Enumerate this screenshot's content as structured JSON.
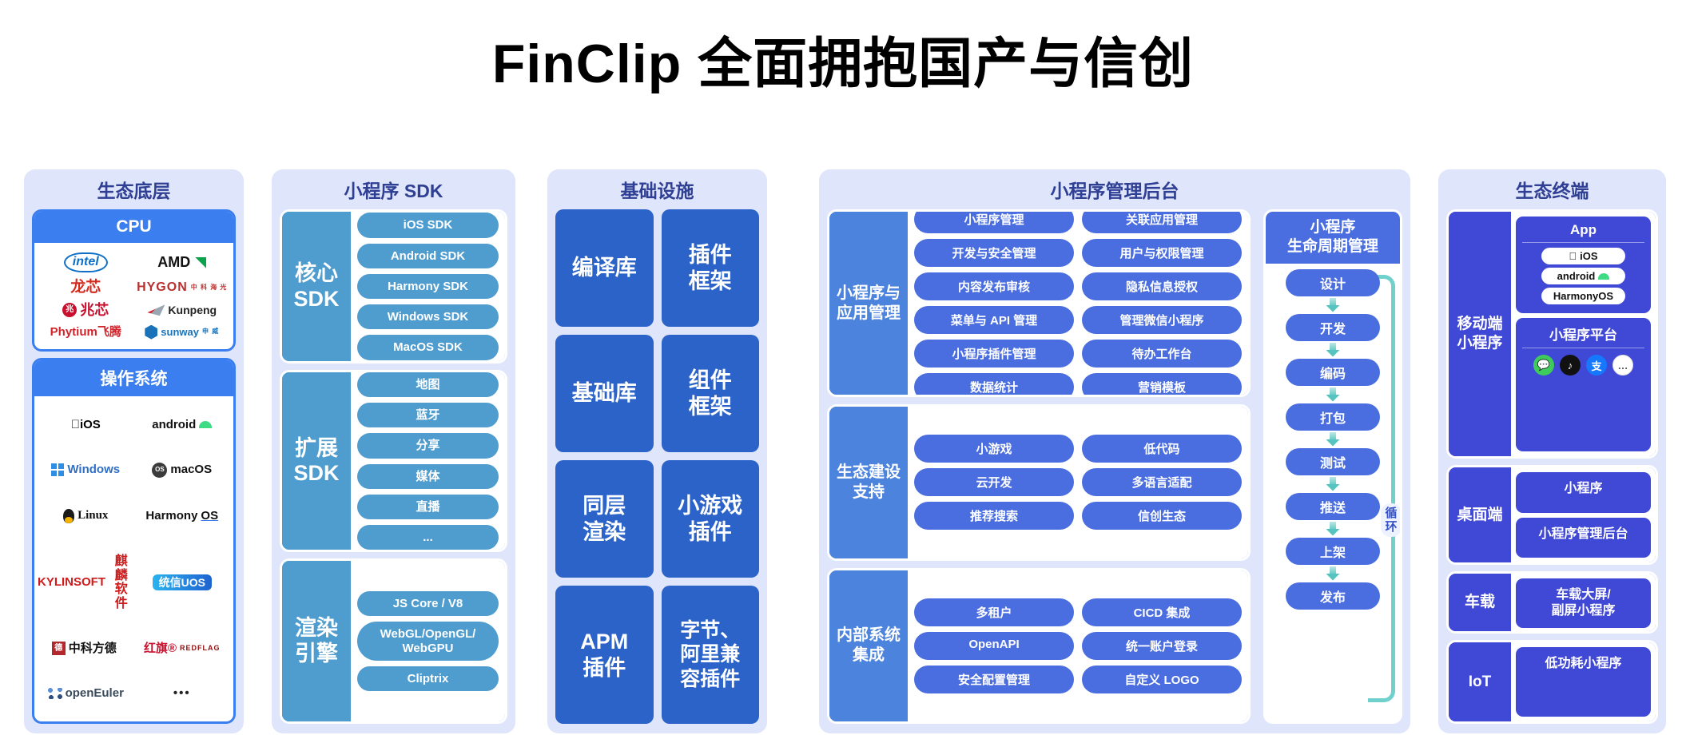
{
  "title": "FinClip 全面拥抱国产与信创",
  "columns": {
    "ecosystem_base": {
      "heading": "生态底层",
      "cpu": {
        "title": "CPU",
        "logos": [
          "intel",
          "AMD",
          "龙芯",
          "HYGON 中科海光",
          "兆芯",
          "Kunpeng",
          "Phytium飞腾",
          "sunway 申威"
        ]
      },
      "os": {
        "title": "操作系统",
        "logos": [
          "iOS",
          "android",
          "Windows",
          "macOS",
          "Linux",
          "HarmonyOS",
          "KYLINSOFT 麒麟软件",
          "统信UOS",
          "中科方德",
          "红旗 REDFLAG",
          "openEuler",
          "…"
        ]
      }
    },
    "sdk": {
      "heading": "小程序 SDK",
      "groups": [
        {
          "label": "核心\nSDK",
          "items": [
            "iOS SDK",
            "Android SDK",
            "Harmony SDK",
            "Windows SDK",
            "MacOS SDK"
          ]
        },
        {
          "label": "扩展\nSDK",
          "items": [
            "地图",
            "蓝牙",
            "分享",
            "媒体",
            "直播",
            "..."
          ]
        },
        {
          "label": "渲染\n引擎",
          "items": [
            "JS Core / V8",
            "WebGL/OpenGL/WebGPU",
            "Cliptrix"
          ]
        }
      ]
    },
    "infrastructure": {
      "heading": "基础设施",
      "cells": [
        "编译库",
        "插件\n框架",
        "基础库",
        "组件\n框架",
        "同层\n渲染",
        "小游戏\n插件",
        "APM\n插件",
        "字节、\n阿里兼\n容插件"
      ]
    },
    "admin": {
      "heading": "小程序管理后台",
      "panels": [
        {
          "label": "小程序与\n应用管理",
          "items": [
            "小程序管理",
            "关联应用管理",
            "开发与安全管理",
            "用户与权限管理",
            "内容发布审核",
            "隐私信息授权",
            "菜单与 API 管理",
            "管理微信小程序",
            "小程序插件管理",
            "待办工作台",
            "数据统计",
            "营销模板"
          ]
        },
        {
          "label": "生态建设\n支持",
          "items": [
            "小游戏",
            "低代码",
            "云开发",
            "多语言适配",
            "推荐搜索",
            "信创生态"
          ]
        },
        {
          "label": "内部系统\n集成",
          "items": [
            "多租户",
            "CICD 集成",
            "OpenAPI",
            "统一账户登录",
            "安全配置管理",
            "自定义 LOGO"
          ]
        }
      ],
      "lifecycle": {
        "title": "小程序\n生命周期管理",
        "steps": [
          "设计",
          "开发",
          "编码",
          "打包",
          "测试",
          "推送",
          "上架",
          "发布"
        ],
        "loop_label": "循环"
      }
    },
    "terminals": {
      "heading": "生态终端",
      "blocks": [
        {
          "label": "移动端\n小程序",
          "cards": [
            {
              "title": "App",
              "pills": [
                "iOS",
                "android",
                "HarmonyOS"
              ]
            },
            {
              "title": "小程序平台",
              "icons": [
                "wechat-icon",
                "tiktok-icon",
                "alipay-icon",
                "more-icon"
              ]
            }
          ]
        },
        {
          "label": "桌面端",
          "plain": [
            "小程序",
            "小程序管理后台"
          ]
        },
        {
          "label": "车载",
          "plain": [
            "车载大屏/\n副屏小程序"
          ]
        },
        {
          "label": "IoT",
          "plain": [
            "低功耗小程序"
          ]
        }
      ]
    }
  },
  "colors": {
    "panel_bg": "#dfe5fb",
    "heading": "#2f3f94",
    "cpu_blue": "#3b7ef0",
    "sdk_blue": "#4f9ccf",
    "infra_blue": "#2c63c8",
    "pill_blue": "#4a6ee0",
    "label_blue": "#4c83dc",
    "terminal_blue": "#4048d6",
    "arrow_teal": "#56c4c0"
  }
}
